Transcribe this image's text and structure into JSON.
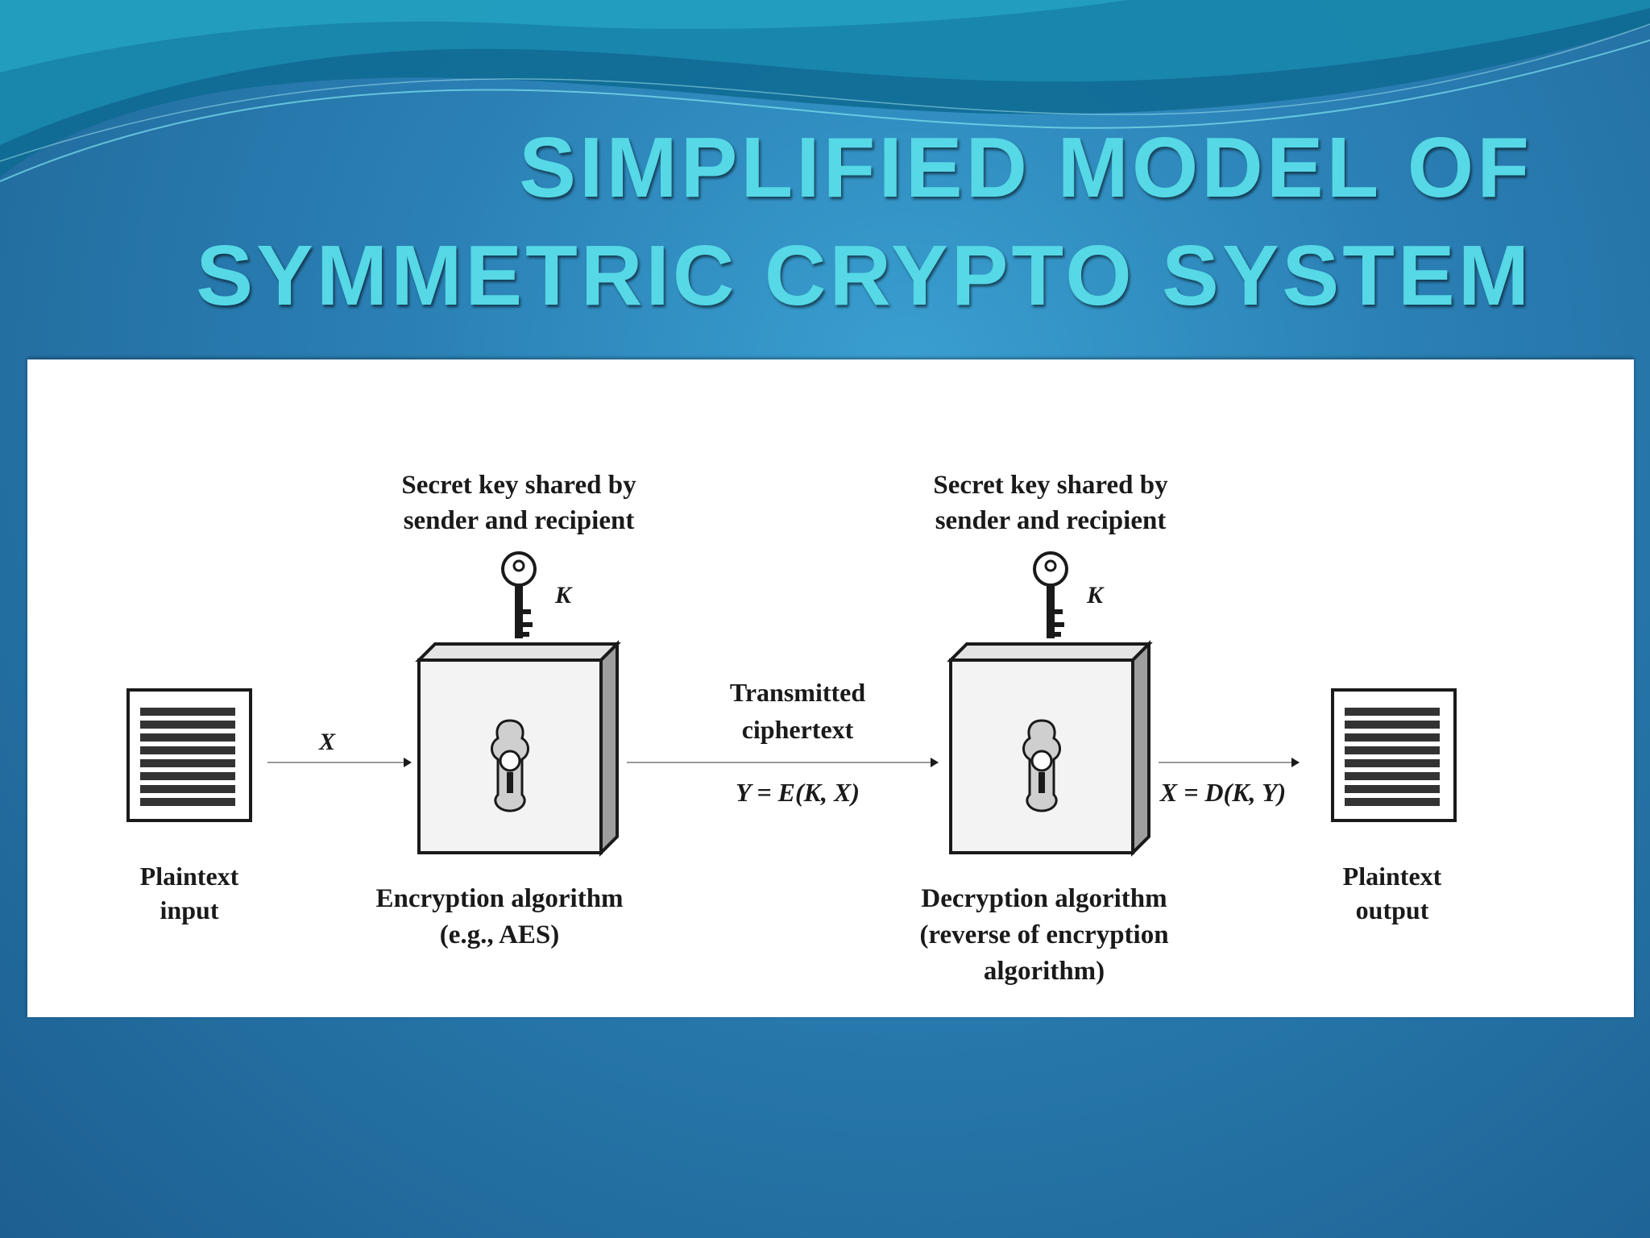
{
  "slide": {
    "title_line1": "SIMPLIFIED MODEL OF",
    "title_line2": "SYMMETRIC CRYPTO SYSTEM"
  },
  "diagram": {
    "plaintext_input": {
      "line1": "Plaintext",
      "line2": "input"
    },
    "x_label": "X",
    "secret_key_enc": {
      "line1": "Secret key shared by",
      "line2": "sender and recipient"
    },
    "key_label_enc": "K",
    "encryption": {
      "line1": "Encryption algorithm",
      "line2": "(e.g., AES)"
    },
    "transmitted": {
      "line1": "Transmitted",
      "line2": "ciphertext"
    },
    "ciphertext_formula": "Y = E(K, X)",
    "secret_key_dec": {
      "line1": "Secret key shared by",
      "line2": "sender and recipient"
    },
    "key_label_dec": "K",
    "decryption": {
      "line1": "Decryption algorithm",
      "line2": "(reverse of encryption",
      "line3": "algorithm)"
    },
    "decrypt_formula": "X = D(K, Y)",
    "plaintext_output": {
      "line1": "Plaintext",
      "line2": "output"
    }
  },
  "colors": {
    "title": "#56d8e6",
    "background": "#2a7fb4",
    "panel": "#ffffff"
  }
}
